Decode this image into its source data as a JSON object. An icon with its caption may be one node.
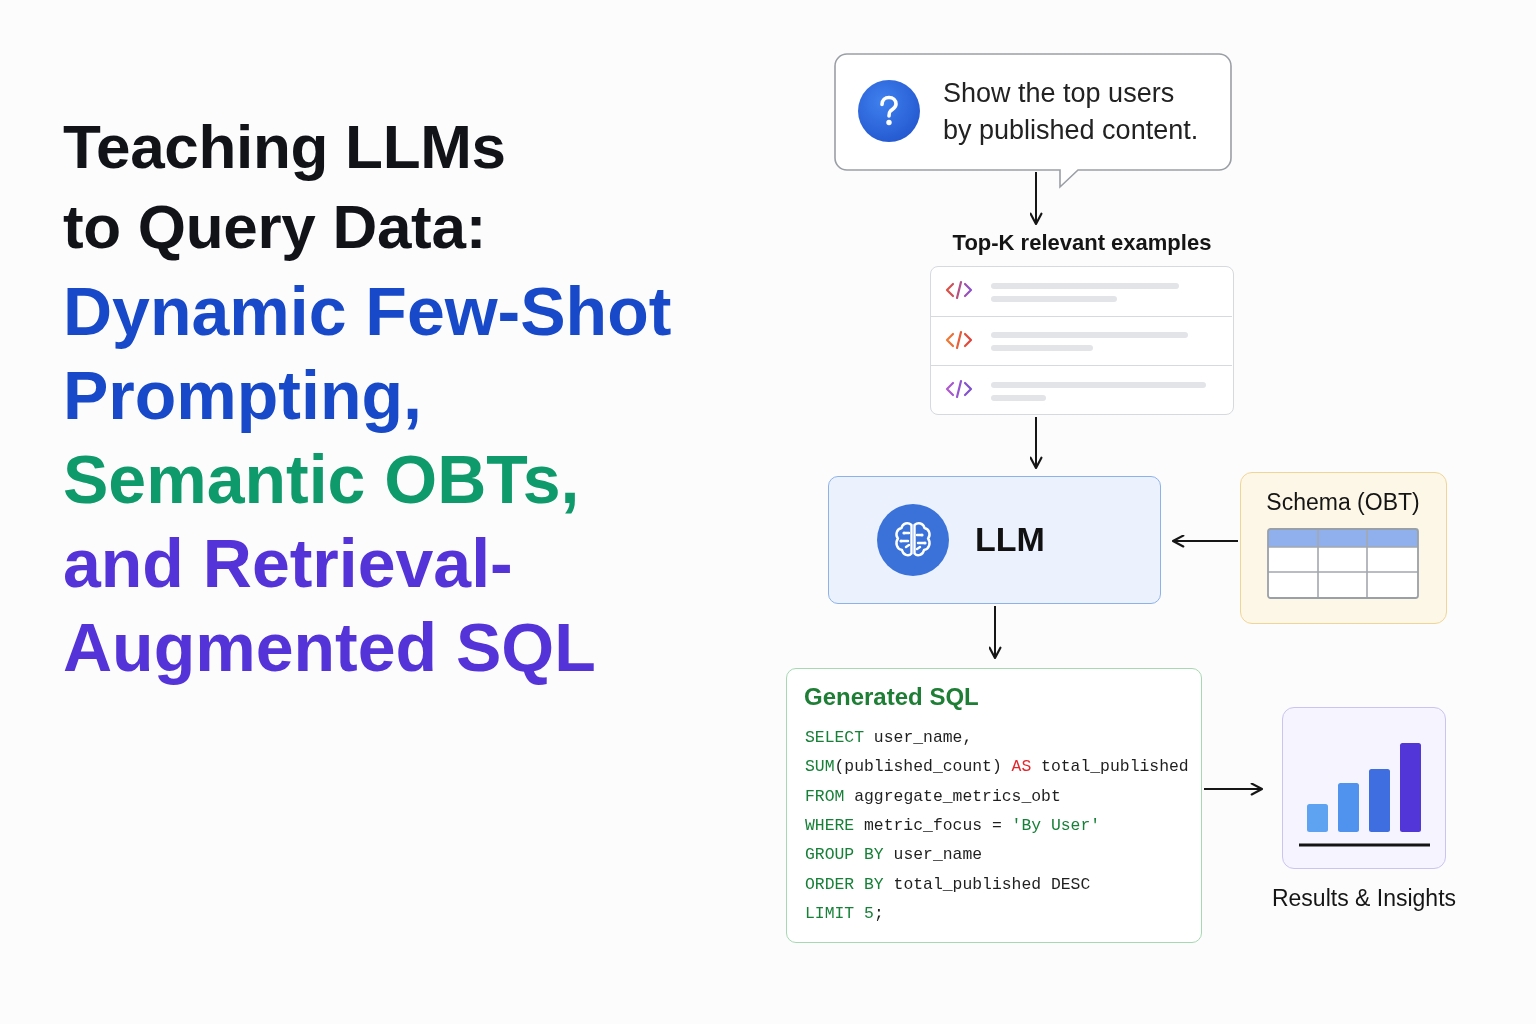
{
  "diagram": {
    "title": "Teaching LLMs to Query Data:",
    "nodes": [
      {
        "text": [
          "Show the top users by published content."
        ]
      },
      {
        "text": [
          "Top-K relevant examples"
        ]
      },
      {
        "text": [
          "LLM"
        ]
      },
      {
        "text": [
          "Schema (OBT)"
        ]
      },
      {
        "text": [
          "Generated SQL",
          "SELECT user_name,",
          "SUM(published_count) AS total_published",
          "FROM aggregate_metrics_obt",
          "WHERE metric_focus = 'By User'",
          "GROUP BY user_name",
          "ORDER BY total_published DESC",
          "LIMIT 5;"
        ]
      },
      {
        "text": [
          "Results & Insights"
        ]
      }
    ],
    "edges": [
      {
        "from": 0,
        "to": 1,
        "arrow": "to"
      },
      {
        "from": 1,
        "to": 2,
        "arrow": "to"
      },
      {
        "from": 3,
        "to": 2,
        "arrow": "to"
      },
      {
        "from": 2,
        "to": 4,
        "arrow": "to"
      },
      {
        "from": 4,
        "to": 5,
        "arrow": "to"
      }
    ],
    "labels": [
      "Dynamic Few-Shot Prompting,",
      "Semantic OBTs,",
      "and Retrieval-Augmented SQL"
    ]
  }
}
